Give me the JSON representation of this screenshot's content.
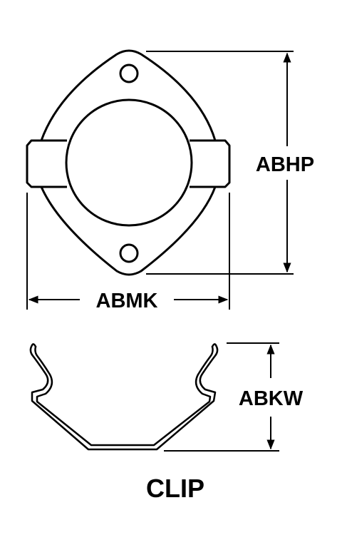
{
  "dimensions": {
    "height_label": "ABHP",
    "width_label": "ABMK",
    "clip_height_label": "ABKW"
  },
  "caption": "CLIP",
  "colors": {
    "line": "#000000",
    "background": "#ffffff"
  }
}
